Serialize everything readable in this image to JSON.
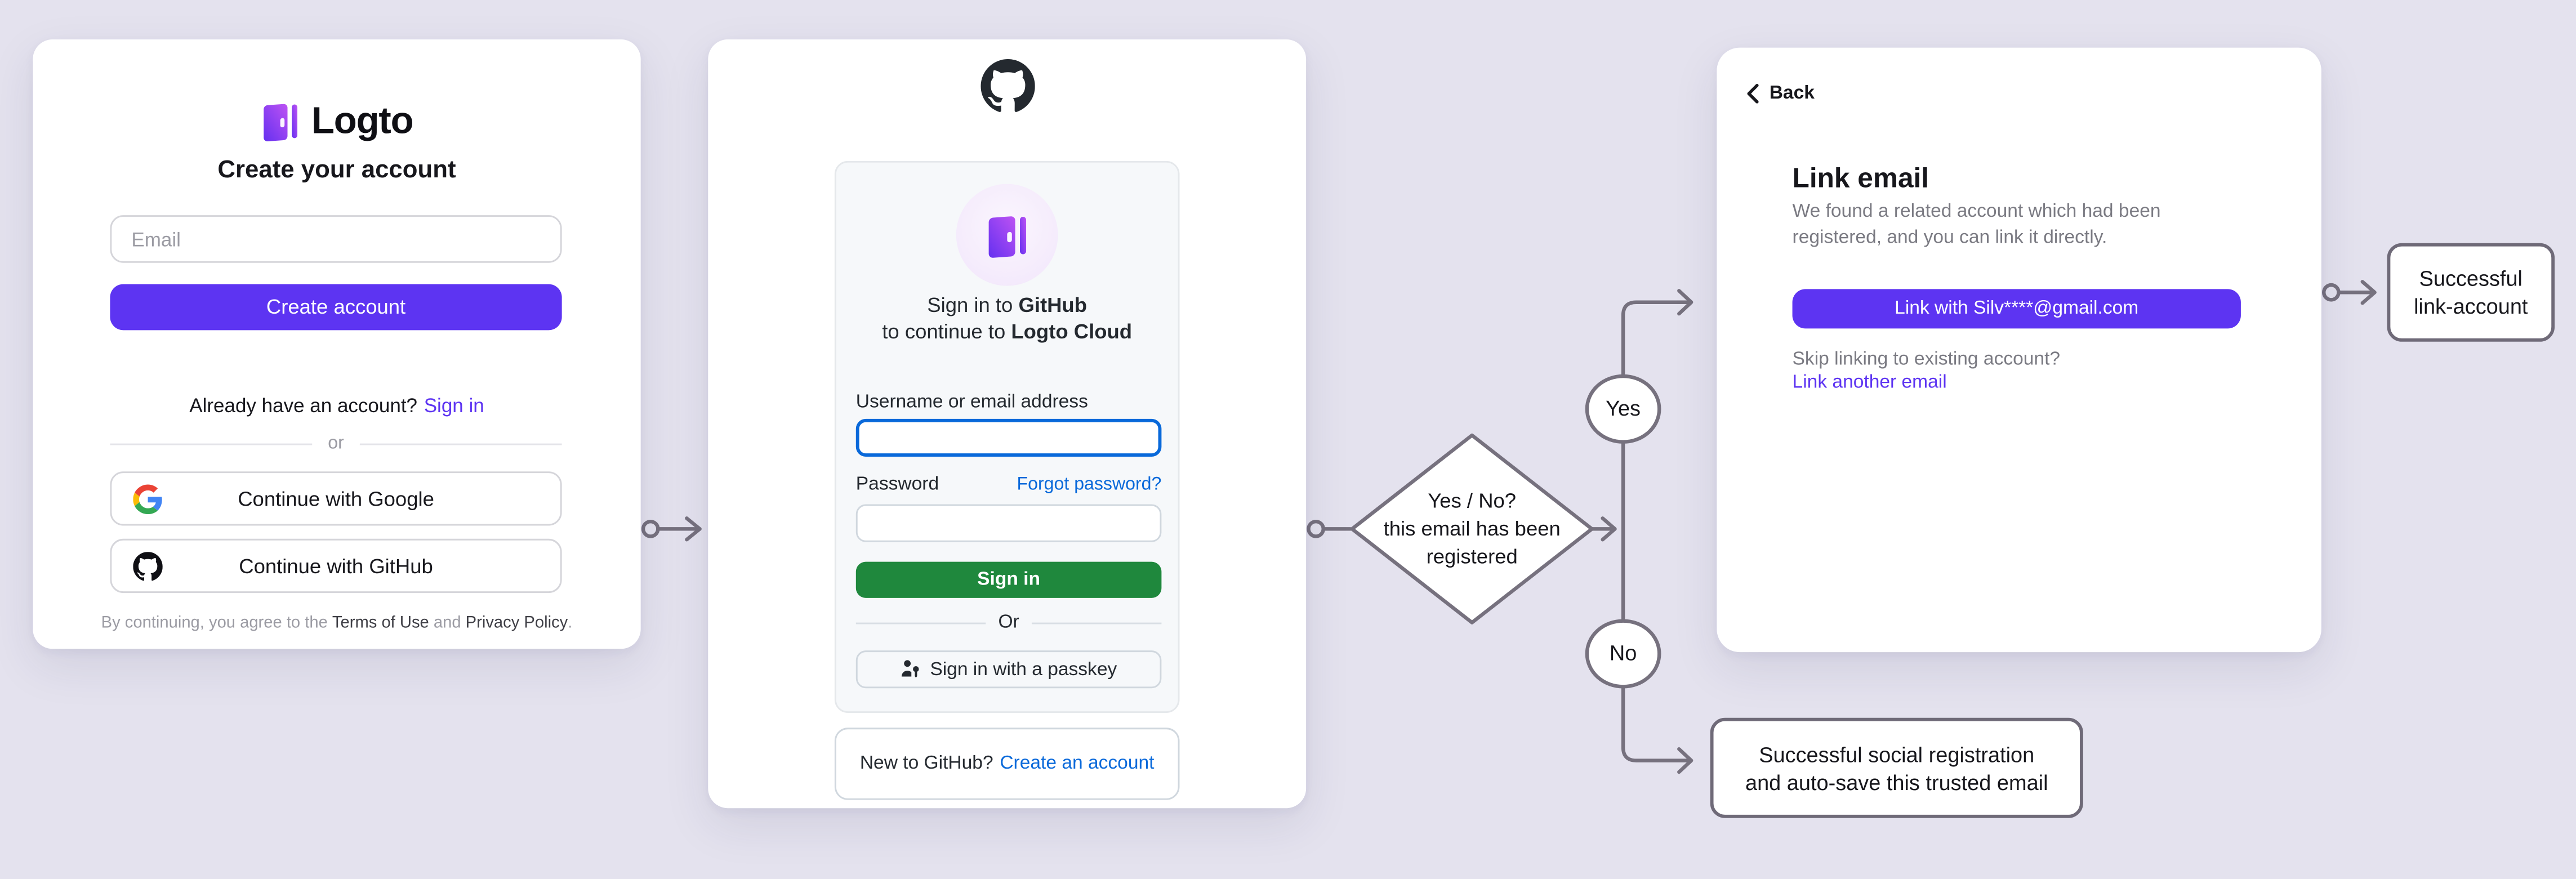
{
  "colors": {
    "background": "#E4E2EE",
    "accent_purple": "#5D34F2",
    "github_green": "#1F883D",
    "github_blue": "#0969DA",
    "connector_gray": "#76717E"
  },
  "logto_card": {
    "logo_text": "Logto",
    "title": "Create your account",
    "email_placeholder": "Email",
    "create_button": "Create account",
    "have_account": "Already have an account?",
    "sign_in_link": "Sign in",
    "divider": "or",
    "google_button": "Continue with Google",
    "github_button": "Continue with GitHub",
    "footer": {
      "prefix": "By continuing, you agree to the ",
      "terms": "Terms of Use",
      "middle": " and ",
      "privacy": "Privacy Policy",
      "suffix": "."
    }
  },
  "github_card": {
    "heading": {
      "line1_prefix": "Sign in to ",
      "line1_bold": "GitHub",
      "line2_prefix": "to continue to ",
      "line2_bold": "Logto Cloud"
    },
    "username_label": "Username or email address",
    "password_label": "Password",
    "forgot_link": "Forgot password?",
    "sign_in_button": "Sign in",
    "divider": "Or",
    "passkey_button": "Sign in with a passkey",
    "footer": {
      "prompt": "New to GitHub?",
      "create_link": "Create an account"
    }
  },
  "link_card": {
    "back": "Back",
    "title": "Link email",
    "description": "We found a related account which had been registered, and you can link it directly.",
    "link_button": "Link with Silv****@gmail.com",
    "skip_text": "Skip linking to existing account?",
    "another_email_link": "Link another email"
  },
  "flow": {
    "decision": {
      "line1": "Yes / No?",
      "line2": "this email has been",
      "line3": "registered"
    },
    "yes": "Yes",
    "no": "No",
    "success_link": {
      "line1": "Successful",
      "line2": "link-account"
    },
    "success_social": {
      "line1": "Successful social registration",
      "line2": "and auto-save this trusted email"
    }
  }
}
